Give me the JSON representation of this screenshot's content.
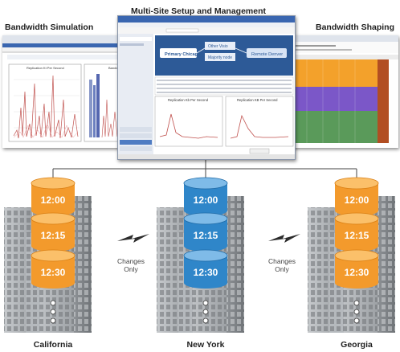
{
  "title": "Multi-Site Setup and Management",
  "left_label": "Bandwidth Simulation",
  "right_label": "Bandwidth Shaping",
  "sites": [
    {
      "name": "California",
      "times": [
        "12:00",
        "12:15",
        "12:30"
      ]
    },
    {
      "name": "New York",
      "times": [
        "12:00",
        "12:15",
        "12:30"
      ]
    },
    {
      "name": "Georgia",
      "times": [
        "12:00",
        "12:15",
        "12:30"
      ]
    }
  ],
  "changes_text": [
    "Changes",
    "Only"
  ],
  "center_screen": {
    "nodes": [
      "Primary Chicago",
      "Other Visio",
      "Majority node",
      "Remote Denver"
    ],
    "charts": [
      "Replication Kb Per Second",
      "Replication KB Per Second"
    ]
  },
  "left_screen": {
    "charts": [
      "Replication Kt Per Second",
      "Bandwidt"
    ]
  },
  "colors": {
    "orange": "#f39a2c",
    "blue": "#2f86c9",
    "building": "#9a9ea2"
  }
}
